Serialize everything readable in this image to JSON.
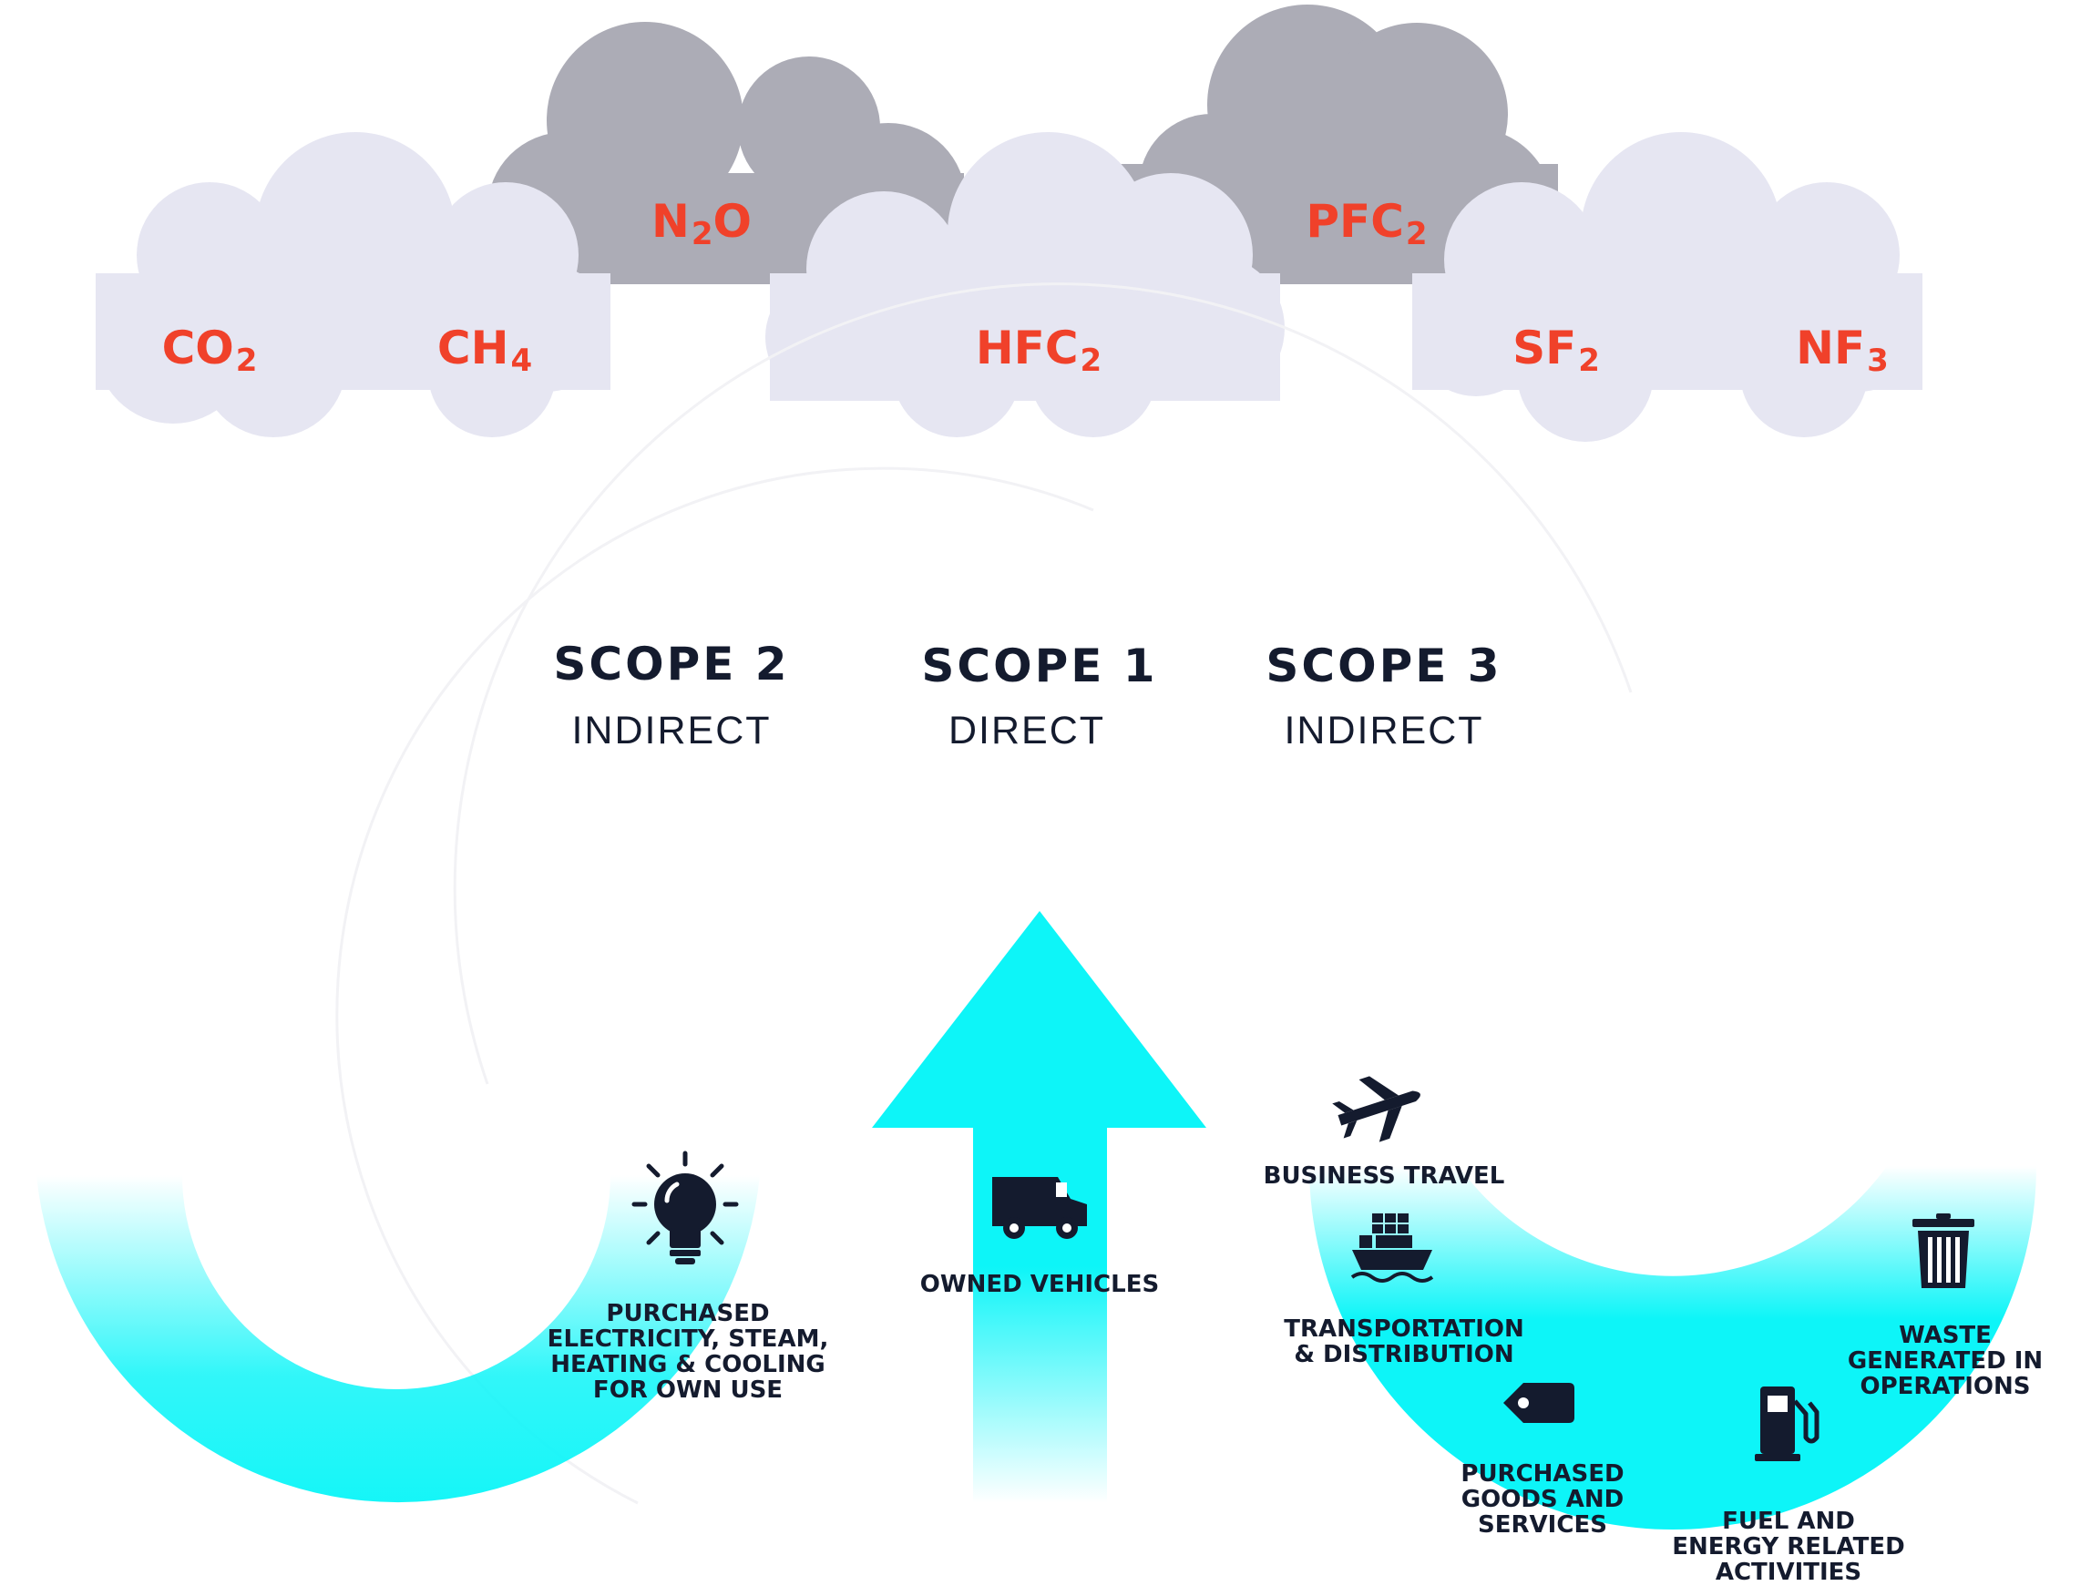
{
  "gases": [
    {
      "base": "CO",
      "sub": "2"
    },
    {
      "base": "CH",
      "sub": "4"
    },
    {
      "base": "N",
      "sub": "2",
      "suffix": "O"
    },
    {
      "base": "HFC",
      "sub": "2"
    },
    {
      "base": "PFC",
      "sub": "2"
    },
    {
      "base": "SF",
      "sub": "2"
    },
    {
      "base": "NF",
      "sub": "3"
    }
  ],
  "scopes": [
    {
      "title": "SCOPE 2",
      "type": "INDIRECT"
    },
    {
      "title": "SCOPE 1",
      "type": "DIRECT"
    },
    {
      "title": "SCOPE 3",
      "type": "INDIRECT"
    }
  ],
  "activities": {
    "purchased_electricity": [
      "PURCHASED",
      "ELECTRICITY, STEAM,",
      "HEATING & COOLING",
      "FOR OWN USE"
    ],
    "owned_vehicles": [
      "OWNED VEHICLES"
    ],
    "business_travel": [
      "BUSINESS TRAVEL"
    ],
    "transportation": [
      "TRANSPORTATION",
      "& DISTRIBUTION"
    ],
    "purchased_goods": [
      "PURCHASED",
      "GOODS AND",
      "SERVICES"
    ],
    "fuel_energy": [
      "FUEL AND",
      "ENERGY RELATED",
      "ACTIVITIES"
    ],
    "waste": [
      "WASTE",
      "GENERATED IN",
      "OPERATIONS"
    ]
  },
  "icons": {
    "purchased_electricity": "lightbulb-icon",
    "owned_vehicles": "van-icon",
    "business_travel": "airplane-icon",
    "transportation": "cargo-ship-icon",
    "purchased_goods": "price-tag-icon",
    "fuel_energy": "fuel-pump-icon",
    "waste": "trash-bin-icon"
  },
  "colors": {
    "gas_text": "#f0412a",
    "cloud_light": "#e6e6f2",
    "cloud_dark": "#acacb6",
    "arrow": "#0df5f8",
    "text_dark": "#141b2e"
  }
}
